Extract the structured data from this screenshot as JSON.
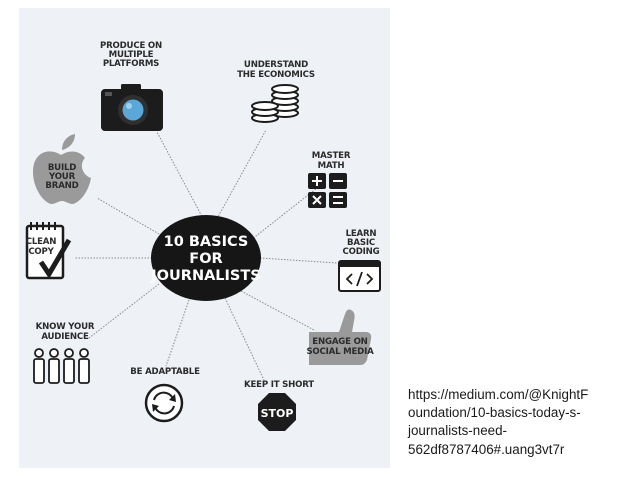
{
  "diagram": {
    "center_lines": [
      "10 BASICS",
      "FOR",
      "JOURNALISTS"
    ],
    "nodes": [
      {
        "id": "platforms",
        "label_lines": [
          "PRODUCE ON",
          "MULTIPLE",
          "PLATFORMS"
        ],
        "icon": "camera-icon"
      },
      {
        "id": "economics",
        "label_lines": [
          "UNDERSTAND",
          "THE ECONOMICS"
        ],
        "icon": "coins-icon"
      },
      {
        "id": "math",
        "label_lines": [
          "MASTER",
          "MATH"
        ],
        "icon": "calculator-icon"
      },
      {
        "id": "coding",
        "label_lines": [
          "LEARN",
          "BASIC",
          "CODING"
        ],
        "icon": "code-window-icon"
      },
      {
        "id": "social",
        "label_lines": [
          "ENGAGE ON",
          "SOCIAL MEDIA"
        ],
        "icon": "thumbs-up-icon"
      },
      {
        "id": "short",
        "label_lines": [
          "KEEP IT SHORT"
        ],
        "icon": "stop-sign-icon"
      },
      {
        "id": "adaptable",
        "label_lines": [
          "BE ADAPTABLE"
        ],
        "icon": "refresh-cycle-icon"
      },
      {
        "id": "audience",
        "label_lines": [
          "KNOW YOUR",
          "AUDIENCE"
        ],
        "icon": "people-icon"
      },
      {
        "id": "copy",
        "label_lines": [
          "CLEAN",
          "COPY"
        ],
        "icon": "checklist-icon"
      },
      {
        "id": "brand",
        "label_lines": [
          "BUILD",
          "YOUR",
          "BRAND"
        ],
        "icon": "apple-logo-icon"
      }
    ]
  },
  "source": {
    "lines": [
      "https://medium.com/@KnightF",
      "oundation/10-basics-today-s-",
      "journalists-need-",
      "562df8787406#.uang3vt7r"
    ]
  },
  "colors": {
    "panel_bg": "#eef1f6",
    "center_fill": "#161616",
    "connector": "#8a8a8a",
    "icon_dark": "#1c1c1c",
    "icon_grey": "#9a9a9a",
    "camera_lens": "#5aa7d8"
  }
}
